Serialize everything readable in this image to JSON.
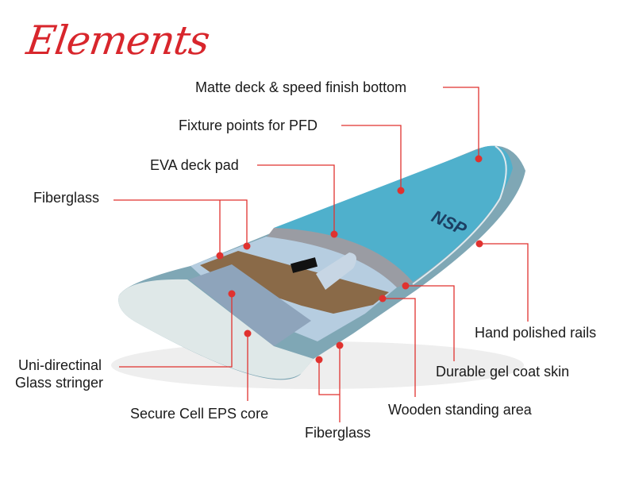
{
  "title": "Elements",
  "brand": "NSP",
  "colors": {
    "accent": "#e0322f",
    "deck": "#4fb0cc",
    "rail": "#7fa7b5",
    "wood": "#8a6a48",
    "core": "#dfe8e8"
  },
  "labels": {
    "matte": "Matte deck & speed finish bottom",
    "fixture": "Fixture points for PFD",
    "eva": "EVA deck pad",
    "fiberglass_top": "Fiberglass",
    "uni_line1": "Uni-directinal",
    "uni_line2": "Glass stringer",
    "eps": "Secure Cell EPS core",
    "fiberglass_bottom": "Fiberglass",
    "wooden": "Wooden standing area",
    "gelcoat": "Durable gel coat skin",
    "rails": "Hand polished rails"
  }
}
